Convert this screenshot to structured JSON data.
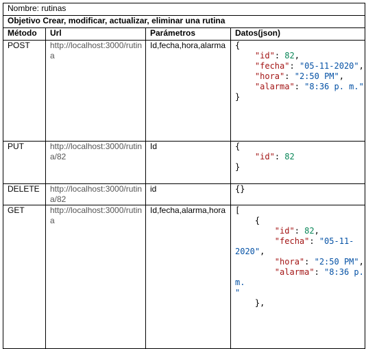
{
  "title": "Nombre: rutinas",
  "objective": "Objetivo Crear,  modificar, actualizar, eliminar una rutina",
  "headers": {
    "method": "Método",
    "url": "Url",
    "params": "Parámetros",
    "data": "Datos(json)"
  },
  "rows": [
    {
      "method": "POST",
      "url": "http://localhost:3000/rutina",
      "params": "Id,fecha,hora,alarma",
      "json": {
        "open": "{",
        "id_key": "\"id\"",
        "id_val": "82",
        "fecha_key": "\"fecha\"",
        "fecha_val": "\"05-11-2020\"",
        "hora_key": "\"hora\"",
        "hora_val": "\"2:50 PM\"",
        "alarma_key": "\"alarma\"",
        "alarma_val": "\"8:36 p. m.\"",
        "close": "}"
      }
    },
    {
      "method": "PUT",
      "url": "http://localhost:3000/rutina/82",
      "params": "Id",
      "json": {
        "open": "{",
        "id_key": "\"id\"",
        "id_val": "82",
        "close": "}"
      }
    },
    {
      "method": "DELETE",
      "url": "http://localhost:3000/rutina/82",
      "params": "id",
      "json": {
        "text": "{}"
      }
    },
    {
      "method": "GET",
      "url": "http://localhost:3000/rutina",
      "params": "Id,fecha,alarma,hora",
      "json": {
        "open_arr": "[",
        "open": "{",
        "id_key": "\"id\"",
        "id_val": "82",
        "fecha_key": "\"fecha\"",
        "fecha_val_1": "\"05-11-",
        "fecha_val_2": "2020\"",
        "hora_key": "\"hora\"",
        "hora_val": "\"2:50 PM\"",
        "alarma_key": "\"alarma\"",
        "alarma_val_1": "\"8:36 p. m.",
        "alarma_val_2": "\"",
        "close": "},"
      }
    }
  ]
}
